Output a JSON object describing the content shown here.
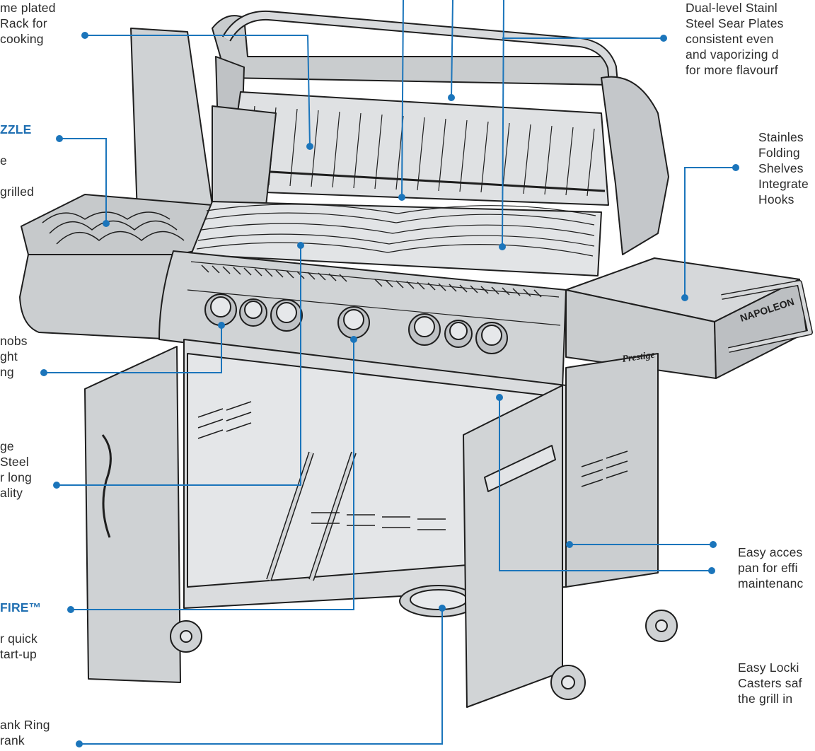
{
  "colors": {
    "callout": "#1b75bb",
    "steel": "#d4d6d8",
    "steel_dark": "#9ea3a8",
    "outline": "#1e1e1e"
  },
  "labels": {
    "rotisserie": {
      "text": "me plated\nRack for\ncooking"
    },
    "sizzle": {
      "heading": "ZZLE",
      "body": "e\n\ngrilled"
    },
    "sear": {
      "text": "Dual-level Stainl\nSteel Sear Plates\nconsistent even\nand vaporizing d\nfor more flavourf"
    },
    "shelves": {
      "text": "Stainles\nFolding\nShelves\nIntegrate\nHooks"
    },
    "knobs": {
      "text": "nobs\nght\nng"
    },
    "grids": {
      "text": "ge\nSteel\nr long\nality"
    },
    "drip": {
      "text": "Easy acces\npan for effi\nmaintenanc"
    },
    "jetfire": {
      "heading": "FIRE™",
      "body": "r quick\ntart-up"
    },
    "casters": {
      "text": "Easy Locki\nCasters saf\nthe grill in"
    },
    "crank": {
      "text": "ank Ring\nrank"
    }
  },
  "branding": {
    "shelf_logo": "NAPOLEON",
    "cart_badge": "Prestige"
  }
}
